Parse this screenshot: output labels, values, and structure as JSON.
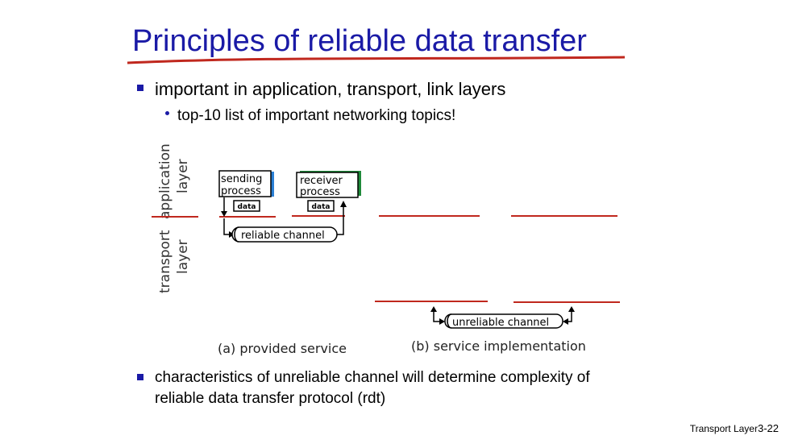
{
  "slide": {
    "title": "Principles of reliable data transfer",
    "bullet1": "important in application, transport, link layers",
    "sub_bullet1": "top-10 list of important networking topics!",
    "bullet2": "characteristics of unreliable channel will determine complexity of reliable data transfer protocol (rdt)",
    "footer_label": "Transport Layer",
    "footer_page": "3-22"
  },
  "diagram": {
    "layer_application": "application layer",
    "layer_application_l1": "application",
    "layer_application_l2": "layer",
    "layer_transport_l1": "transport",
    "layer_transport_l2": "layer",
    "sending_l1": "sending",
    "sending_l2": "process",
    "receiver_l1": "receiver",
    "receiver_l2": "process",
    "data_send": "data",
    "data_recv": "data",
    "reliable_channel": "reliable channel",
    "unreliable_channel": "unreliable channel",
    "caption_a": "(a)  provided service",
    "caption_b": "(b) service implementation",
    "colors": {
      "title": "#1a1aa6",
      "accent_red": "#c0281e",
      "sender_shadow": "#2a7fd4",
      "receiver_shadow": "#1f8a3a"
    }
  }
}
